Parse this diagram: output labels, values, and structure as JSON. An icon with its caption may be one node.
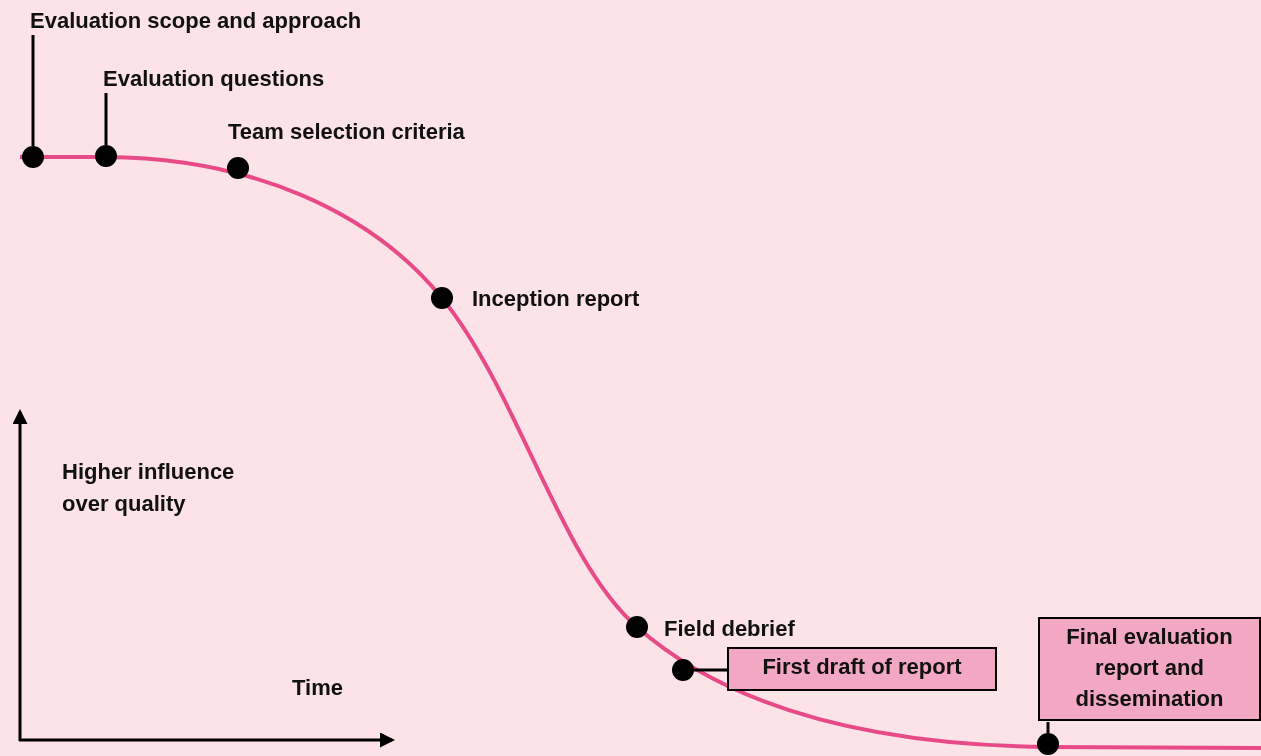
{
  "diagram": {
    "nodes": [
      {
        "text": [
          "Evaluation scope and approach"
        ]
      },
      {
        "text": [],
        "shape": "circle"
      },
      {
        "text": [
          "Evaluation questions"
        ]
      },
      {
        "text": [],
        "shape": "circle"
      },
      {
        "text": [],
        "shape": "circle",
        "beside": [
          "Team selection criteria"
        ]
      },
      {
        "text": [],
        "shape": "circle",
        "beside": [
          "Inception report"
        ]
      },
      {
        "text": [],
        "shape": "circle",
        "beside": [
          "Field debrief"
        ]
      },
      {
        "text": [],
        "shape": "circle"
      },
      {
        "text": [
          "First draft of report"
        ]
      },
      {
        "text": [
          "Final evaluation report and dissemination"
        ]
      },
      {
        "text": [],
        "shape": "circle"
      }
    ],
    "edges": [
      {
        "from": 0,
        "to": 1,
        "arrow": "none"
      },
      {
        "from": 2,
        "to": 3,
        "arrow": "none"
      },
      {
        "from": 8,
        "to": 7,
        "arrow": "none"
      },
      {
        "from": 9,
        "to": 10,
        "arrow": "none"
      }
    ],
    "labels": [
      "Higher influence over quality",
      "Time"
    ]
  }
}
